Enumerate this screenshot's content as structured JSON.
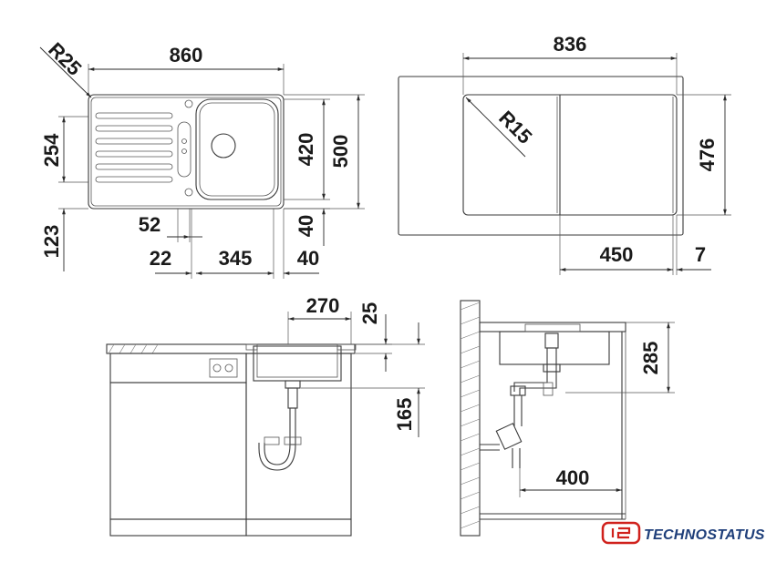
{
  "top_view_left": {
    "overall_width": "860",
    "corner_radius": "R25",
    "bowl_depth": "254",
    "bowl_height": "420",
    "overall_depth": "500",
    "front_offset": "123",
    "waste_offset": "52",
    "edge_offset": "22",
    "bowl_width": "345",
    "right_margin_vertical": "40",
    "right_margin": "40"
  },
  "top_view_right": {
    "cutout_width": "836",
    "cutout_radius": "R15",
    "cutout_depth": "476",
    "bowl_section_width": "450",
    "gap": "7"
  },
  "front_view": {
    "bowl_width": "270",
    "rim_height": "25",
    "depth_below": "165"
  },
  "side_view": {
    "bowl_depth": "285",
    "waste_distance": "400"
  },
  "brand": {
    "name": "TECHNOSTATUS",
    "color": "#1f3f7a",
    "accent": "#d0211c"
  }
}
